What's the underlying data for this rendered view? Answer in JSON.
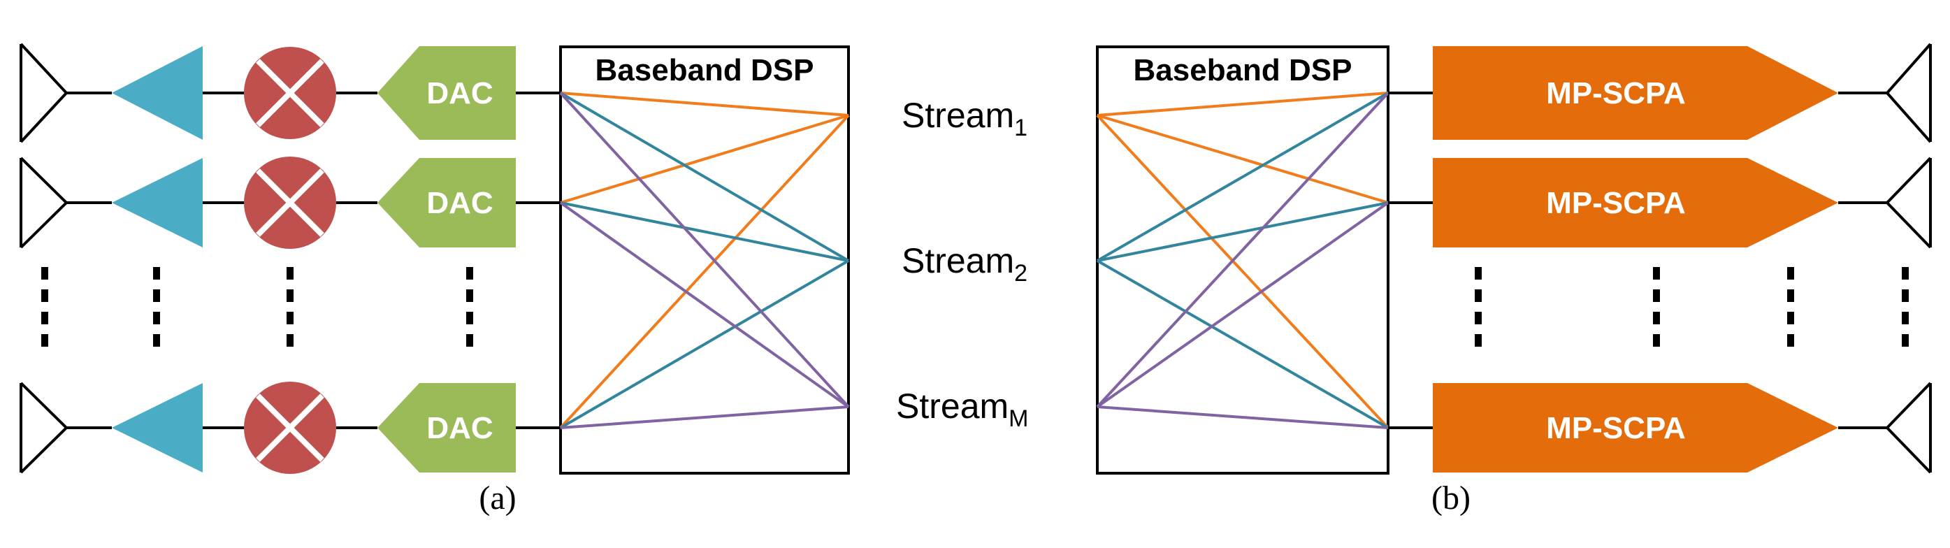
{
  "panel_a": {
    "caption": "(a)",
    "dsp_title": "Baseband DSP",
    "dac_label": "DAC",
    "rows": [
      {
        "dac": "DAC"
      },
      {
        "dac": "DAC"
      },
      {
        "dac": "DAC"
      }
    ]
  },
  "panel_b": {
    "caption": "(b)",
    "dsp_title": "Baseband DSP",
    "pa_label": "MP-SCPA",
    "rows": [
      {
        "pa": "MP-SCPA"
      },
      {
        "pa": "MP-SCPA"
      },
      {
        "pa": "MP-SCPA"
      }
    ]
  },
  "streams": [
    {
      "base": "Stream",
      "sub": "1"
    },
    {
      "base": "Stream",
      "sub": "2"
    },
    {
      "base": "Stream",
      "sub": "M"
    }
  ],
  "colors": {
    "amplifier": "#4bacc6",
    "mixer": "#c0504d",
    "dac": "#9bbb59",
    "mp_scpa": "#e46c0a",
    "stream_1_lines": "#f07c1c",
    "stream_2_lines": "#31859c",
    "stream_m_lines": "#8064a2"
  },
  "icons": {
    "antenna": "antenna-icon",
    "amplifier": "amplifier-icon",
    "mixer": "mixer-icon"
  }
}
